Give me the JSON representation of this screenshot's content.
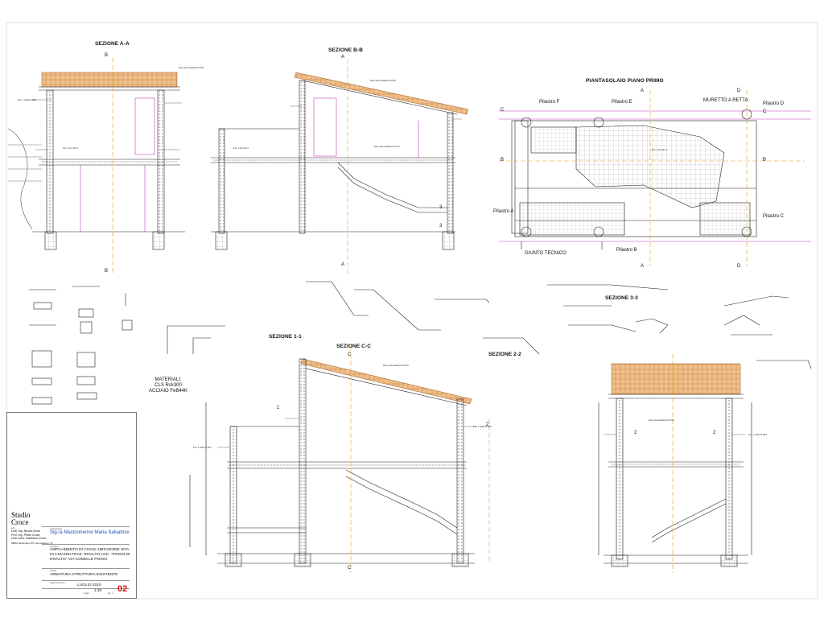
{
  "sections": {
    "aa": "SEZIONE A-A",
    "bb": "SEZIONE B-B",
    "plan": "PIANTASOLAIO PIANO PRIMO",
    "s11": "SEZIONE 1-1",
    "cc": "SEZIONE C-C",
    "s22": "SEZIONE 2-2",
    "s33": "SEZIONE 3-3"
  },
  "markers": {
    "a": "A",
    "b": "B",
    "c": "C",
    "d": "D",
    "n3": "3",
    "n2": "2",
    "n1": "1"
  },
  "plan_labels": {
    "pilastro_f": "Pilastro F",
    "pilastro_e": "Pilastro E",
    "pilastro_d": "Pilastro D",
    "pilastro_a": "Pilastro A",
    "pilastro_b": "Pilastro B",
    "pilastro_c": "Pilastro C",
    "muretto": "MURETTO A RETTA",
    "giunto": "GIUNTO TECNICO"
  },
  "materials": [
    "MATERIALI:",
    "CLS Rck300",
    "ACCIAIO FeB44K"
  ],
  "annotations": {
    "rete": "Rete elettrosaldata Ø 10/20",
    "ferro": "Pos. 1 staffe Ø 8/20",
    "ferro2": "Pos. 2 ferri Ø 12",
    "ferro3": "Pos. 3 ferri Ø 14",
    "ferro4": "Pos. 4 staffe Ø 8/15"
  },
  "title_block": {
    "committente_cap": "committente",
    "client": "Sig.ra Mastromerino Maria Salvatrice",
    "progetto_cap": "progetto",
    "project": [
      "AMPLIAMENTO DI CIVILE ABITAZIONE SITA",
      "IN CHIANNI FRAZ. RIVALTO LOC. \"POGGI DI",
      "RIVALTO\" VIA COMM.LE POGGI"
    ],
    "tavola_cap": "tavola",
    "drawing": "ARMATURA STRUTTURA ESISTENTE",
    "aggiornamento_cap": "aggiornamento",
    "date": "LUGLIO 2010",
    "scala_cap": "scala",
    "scale": "1:20",
    "tav_cap": "tav. n.",
    "sheet_no": "02",
    "studio": [
      "Studio",
      "Croce"
    ],
    "studio_suffix": "s.r.l.",
    "engineers": [
      "Dott. Ing. Nicola Croce",
      "Prof. Ing. Pietro Croce",
      "Dott. Arch. Vladimiro Croce"
    ],
    "address": "56010 Ghezzano (PI), via Carducci, 47"
  },
  "colors": {
    "line": "#222222",
    "magenta": "#c43ab8",
    "orange": "#e8a020",
    "roof": "#e8b070",
    "grid": "#8a8a8a"
  }
}
